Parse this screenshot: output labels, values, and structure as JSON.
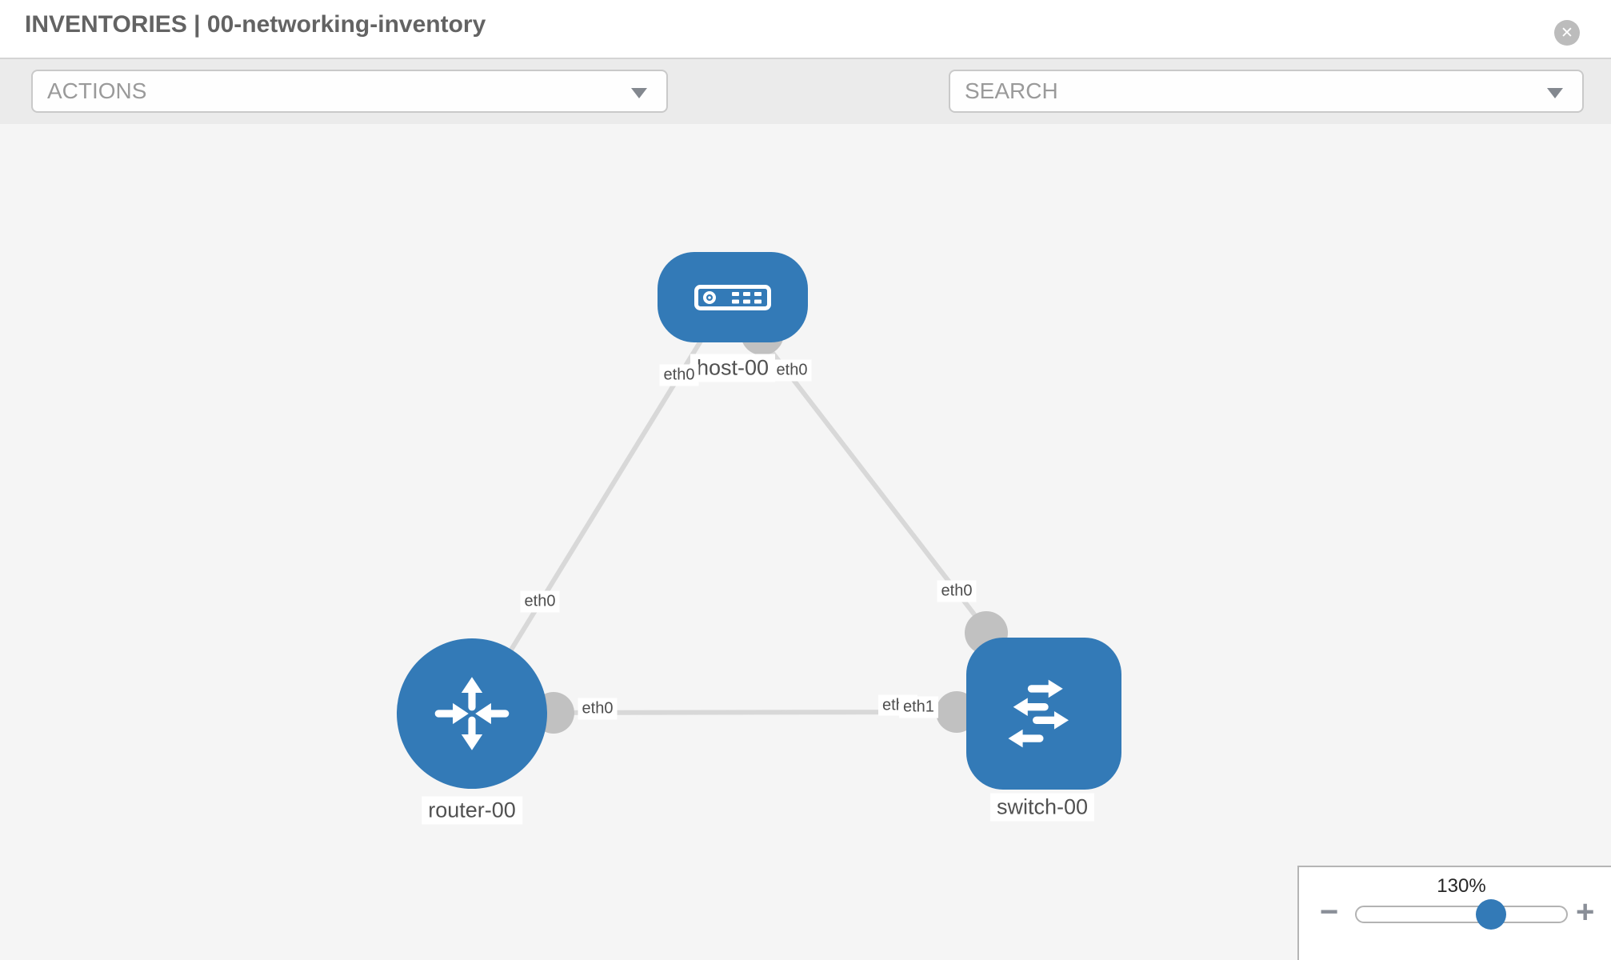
{
  "header": {
    "title": "INVENTORIES | 00-networking-inventory",
    "close_label": "✕"
  },
  "toolbar": {
    "actions_label": "ACTIONS",
    "search_label": "SEARCH"
  },
  "topology": {
    "nodes": [
      {
        "type": "host",
        "label": "host-00"
      },
      {
        "type": "router",
        "label": "router-00"
      },
      {
        "type": "switch",
        "label": "switch-00"
      }
    ],
    "links": [
      {
        "from": "host-00",
        "to": "router-00"
      },
      {
        "from": "host-00",
        "to": "switch-00"
      },
      {
        "from": "router-00",
        "to": "switch-00"
      }
    ],
    "interface_labels": {
      "host_router_host_side": "eth0",
      "host_switch_host_side": "eth0",
      "host_router_router_side": "eth0",
      "host_switch_switch_side": "eth0",
      "router_switch_router_side": "eth0",
      "router_switch_switch_side_under": "eth0",
      "router_switch_switch_side_over": "eth1"
    }
  },
  "zoom_control": {
    "value": "130%",
    "minus_label": "−",
    "plus_label": "+"
  },
  "colors": {
    "node_blue": "#337ab7",
    "link_gray": "#d8d8d8",
    "connector_gray": "#c1c1c1",
    "toolbar_bg": "#ebebeb",
    "canvas_bg": "#f5f5f5"
  }
}
